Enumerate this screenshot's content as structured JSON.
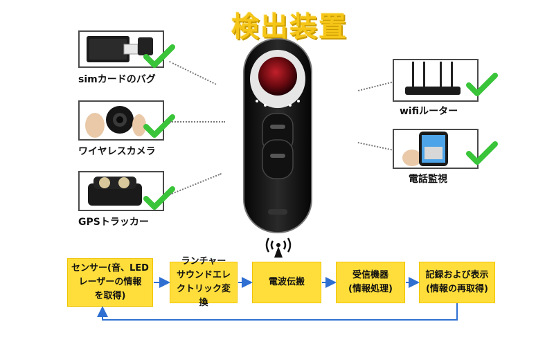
{
  "title": "検出装置",
  "devices_left": [
    {
      "caption": "simカードのバグ",
      "icon": "sim-bug-icon"
    },
    {
      "caption": "ワイヤレスカメラ",
      "icon": "wireless-camera-icon"
    },
    {
      "caption": "GPSトラッカー",
      "icon": "gps-tracker-icon"
    }
  ],
  "devices_right": [
    {
      "caption": "wifiルーター",
      "icon": "wifi-router-icon"
    },
    {
      "caption": "電話監視",
      "icon": "phone-icon"
    }
  ],
  "flow": [
    {
      "label": "センサー(音、LED\nレーザーの情報\nを取得)"
    },
    {
      "label": "ランチャー\nサウンドエレ\nクトリック変換"
    },
    {
      "label": "電波伝搬"
    },
    {
      "label": "受信機器\n(情報処理)"
    },
    {
      "label": "記録および表示\n(情報の再取得)"
    }
  ],
  "colors": {
    "title": "#f5c518",
    "check": "#3ac43a",
    "flow_box": "#ffde3b",
    "arrow": "#2f6fd1",
    "device_body": "#1a1a1a",
    "lens": "#8a0f14"
  }
}
